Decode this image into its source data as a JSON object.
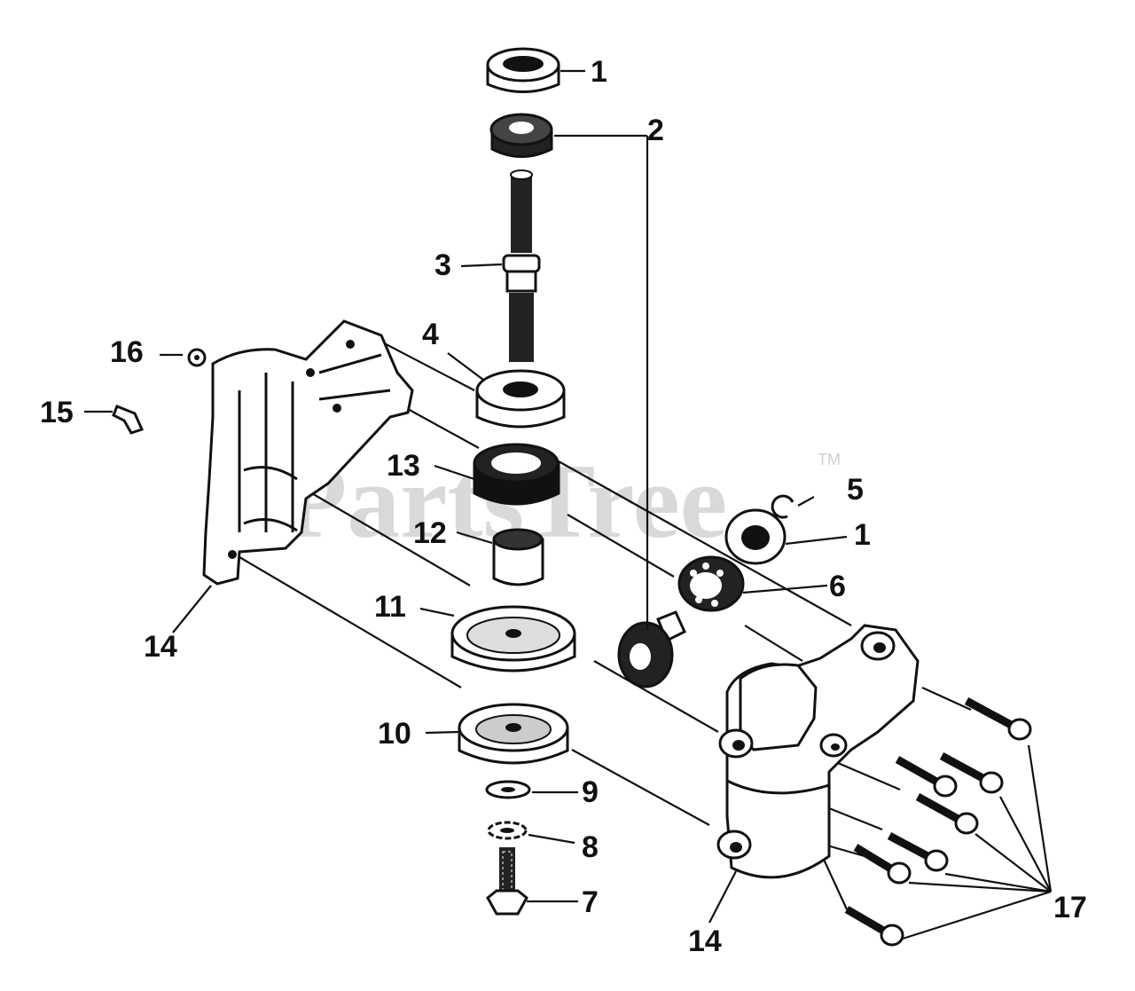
{
  "watermark": {
    "brand": "PartsTree",
    "mark": "TM"
  },
  "callouts": {
    "c1a": "1",
    "c2": "2",
    "c3": "3",
    "c4": "4",
    "c16": "16",
    "c15": "15",
    "c13": "13",
    "c5": "5",
    "c1b": "1",
    "c12": "12",
    "c6": "6",
    "c11": "11",
    "c14a": "14",
    "c10": "10",
    "c9": "9",
    "c8": "8",
    "c7": "7",
    "c14b": "14",
    "c17": "17"
  },
  "colors": {
    "ink": "#111111",
    "watermark": "#d9d9d9",
    "background": "#ffffff"
  }
}
